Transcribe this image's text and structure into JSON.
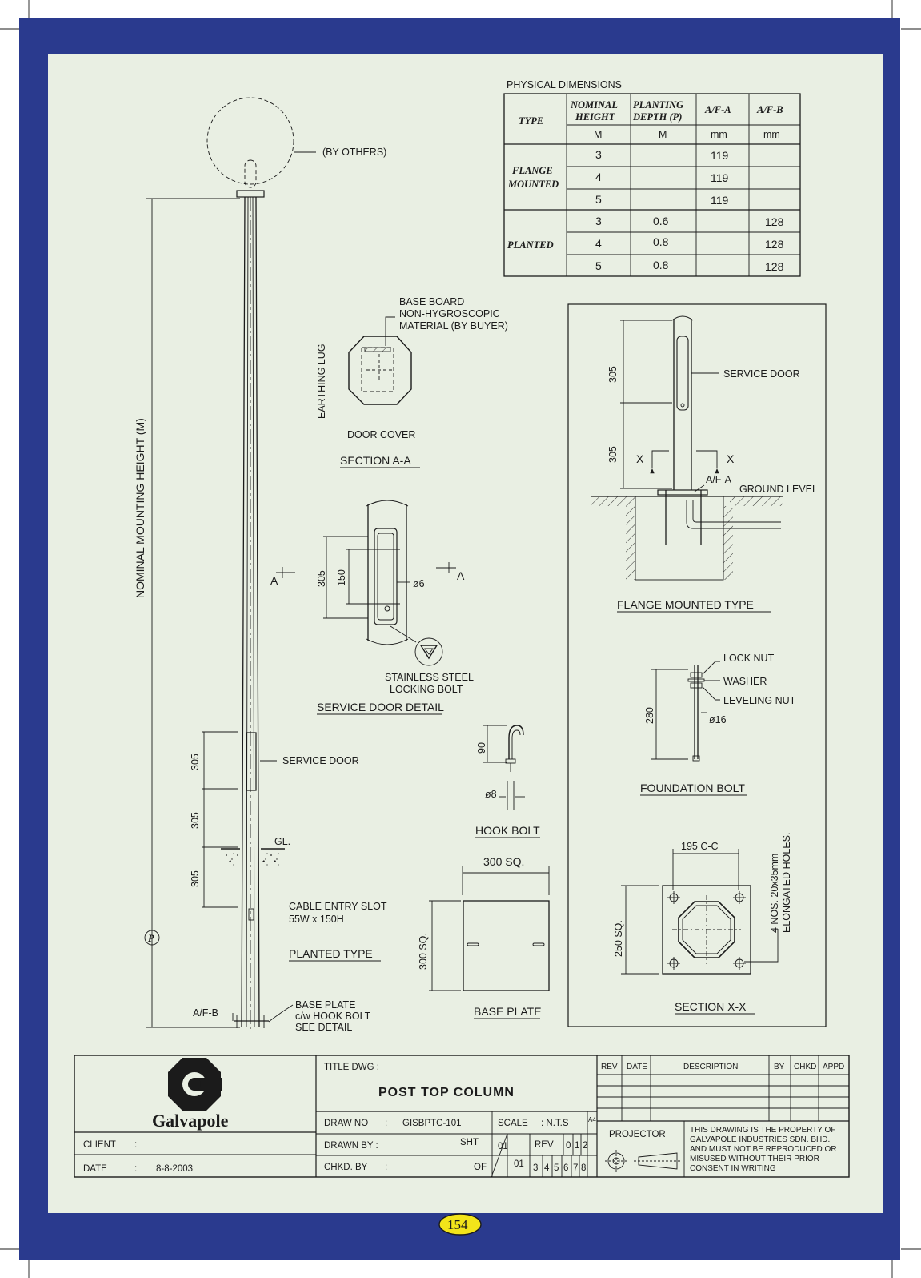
{
  "page_number": "154",
  "pole": {
    "by_others": "(BY OTHERS)",
    "mounting_height_label": "NOMINAL MOUNTING HEIGHT (M)",
    "service_door": "SERVICE DOOR",
    "dims": [
      "305",
      "305",
      "305"
    ],
    "gl": "GL.",
    "cable_slot_1": "CABLE ENTRY SLOT",
    "cable_slot_2": "55W x 150H",
    "planted_type": "PLANTED TYPE",
    "p_marker": "P",
    "afb": "A/F-B",
    "base_plate_1": "BASE PLATE",
    "base_plate_2": "c/w HOOK BOLT",
    "base_plate_3": "SEE DETAIL"
  },
  "physical_dimensions": {
    "title": "PHYSICAL DIMENSIONS",
    "col_type": "TYPE",
    "col_height_1": "NOMINAL",
    "col_height_2": "HEIGHT",
    "col_depth_1": "PLANTING",
    "col_depth_2": "DEPTH (P)",
    "col_afa": "A/F-A",
    "col_afb": "A/F-B",
    "units": [
      "M",
      "M",
      "mm",
      "mm"
    ],
    "group_flange_1": "FLANGE",
    "group_flange_2": "MOUNTED",
    "group_planted": "PLANTED",
    "rows": [
      {
        "height": "3",
        "depth": "",
        "afa": "119",
        "afb": ""
      },
      {
        "height": "4",
        "depth": "",
        "afa": "119",
        "afb": ""
      },
      {
        "height": "5",
        "depth": "",
        "afa": "119",
        "afb": ""
      },
      {
        "height": "3",
        "depth": "0.6",
        "afa": "",
        "afb": "128"
      },
      {
        "height": "4",
        "depth": "0.8",
        "afa": "",
        "afb": "128"
      },
      {
        "height": "5",
        "depth": "0.8",
        "afa": "",
        "afb": "128"
      }
    ]
  },
  "section_aa": {
    "base_board_1": "BASE BOARD",
    "base_board_2": "NON-HYGROSCOPIC",
    "base_board_3": "MATERIAL (BY BUYER)",
    "earthing_lug": "EARTHING LUG",
    "door_cover": "DOOR COVER",
    "title": "SECTION A-A"
  },
  "service_door_detail": {
    "a_left": "A",
    "a_right": "A",
    "dim_305": "305",
    "dim_150": "150",
    "phi6": "ø6",
    "bolt_1": "STAINLESS STEEL",
    "bolt_2": "LOCKING BOLT",
    "title": "SERVICE DOOR DETAIL"
  },
  "hook_bolt": {
    "dim_90": "90",
    "phi8": "ø8",
    "title": "HOOK BOLT"
  },
  "base_plate": {
    "dim_top": "300 SQ.",
    "dim_side": "300 SQ.",
    "title": "BASE PLATE"
  },
  "flange_mounted": {
    "dim_upper": "305",
    "dim_lower": "305",
    "service_door": "SERVICE DOOR",
    "x_left": "X",
    "x_right": "X",
    "afa": "A/F-A",
    "ground_level": "GROUND LEVEL",
    "title": "FLANGE MOUNTED TYPE"
  },
  "foundation_bolt": {
    "lock_nut": "LOCK NUT",
    "washer": "WASHER",
    "leveling_nut": "LEVELING NUT",
    "phi16": "ø16",
    "dim_280": "280",
    "title": "FOUNDATION BOLT"
  },
  "section_xx": {
    "dim_cc": "195 C-C",
    "dim_side": "250 SQ.",
    "holes_1": "4 NOS. 20x35mm",
    "holes_2": "ELONGATED HOLES.",
    "title": "SECTION X-X"
  },
  "title_block": {
    "logo_text": "Galvapole",
    "client_label": "CLIENT",
    "client_sep": ":",
    "date_label": "DATE",
    "date_sep": ":",
    "date_value": "8-8-2003",
    "title_dwg_label": "TITLE DWG :",
    "title": "POST TOP COLUMN",
    "draw_no_label": "DRAW NO",
    "draw_no_sep": ":",
    "draw_no": "GISBPTC-101",
    "scale_label": "SCALE",
    "scale_value": ": N.T.S",
    "sheet_size": "A4",
    "drawn_by_label": "DRAWN BY :",
    "chkd_by_label": "CHKD. BY",
    "chkd_sep": ":",
    "sht_label": "SHT",
    "sht_value": "01",
    "of_label": "OF",
    "of_value": "01",
    "rev_label": "REV",
    "rev_digits_top": [
      "0",
      "1",
      "2"
    ],
    "rev_digits_bottom": [
      "3",
      "4",
      "5",
      "6",
      "7",
      "8"
    ],
    "rev_table_headers": [
      "REV",
      "DATE",
      "DESCRIPTION",
      "BY",
      "CHKD",
      "APPD"
    ],
    "projector": "PROJECTOR",
    "notice": [
      "THIS DRAWING IS THE PROPERTY OF",
      "GALVAPOLE INDUSTRIES SDN. BHD.",
      "AND MUST NOT BE REPRODUCED OR",
      "MISUSED WITHOUT THEIR PRIOR",
      "CONSENT IN WRITING"
    ]
  }
}
